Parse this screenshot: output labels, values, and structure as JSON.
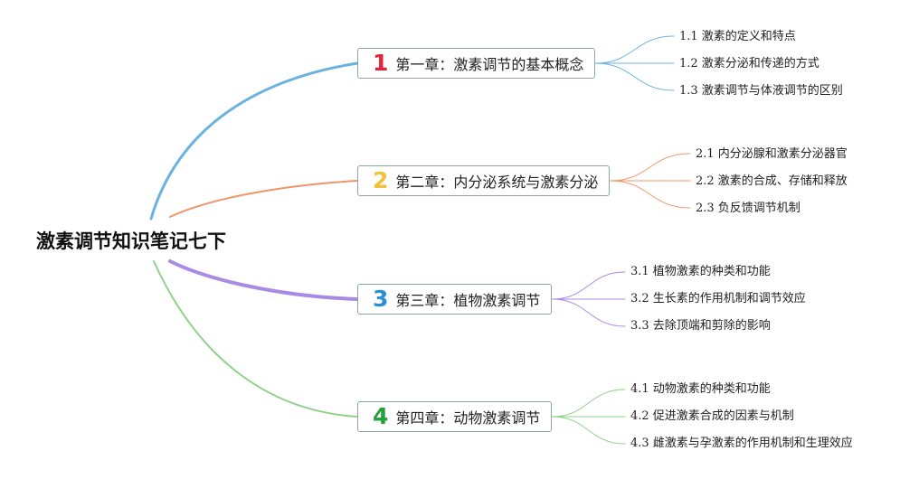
{
  "root": {
    "title": "激素调节知识笔记七下"
  },
  "chapters": [
    {
      "number": "1",
      "title": "第一章：激素调节的基本概念",
      "color": "#6ab3e0",
      "num_color": "#e0243a",
      "sections": [
        "1.1 激素的定义和特点",
        "1.2 激素分泌和传递的方式",
        "1.3 激素调节与体液调节的区别"
      ]
    },
    {
      "number": "2",
      "title": "第二章：内分泌系统与激素分泌",
      "color": "#f0956a",
      "num_color": "#f2c33a",
      "sections": [
        "2.1 内分泌腺和激素分泌器官",
        "2.2 激素的合成、存储和释放",
        "2.3 负反馈调节机制"
      ]
    },
    {
      "number": "3",
      "title": "第三章：植物激素调节",
      "color": "#a98be3",
      "num_color": "#2a8fd4",
      "sections": [
        "3.1 植物激素的种类和功能",
        "3.2 生长素的作用机制和调节效应",
        "3.3 去除顶端和剪除的影响"
      ]
    },
    {
      "number": "4",
      "title": "第四章：动物激素调节",
      "color": "#8fd18a",
      "num_color": "#23a039",
      "sections": [
        "4.1 动物激素的种类和功能",
        "4.2 促进激素合成的因素与机制",
        "4.3 雌激素与孕激素的作用机制和生理效应"
      ]
    }
  ]
}
